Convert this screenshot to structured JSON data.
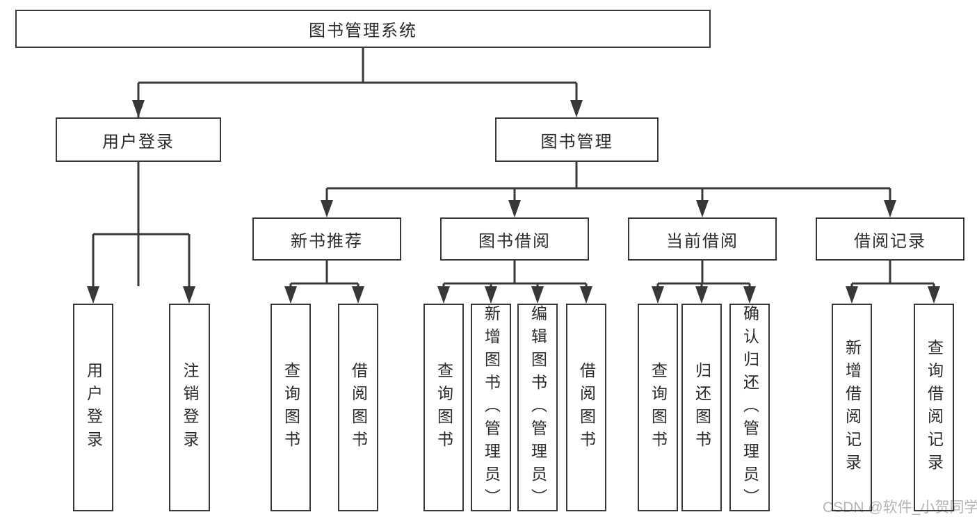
{
  "tree": {
    "label": "图书管理系统",
    "children": [
      {
        "label": "用户登录",
        "children": [
          {
            "label": "用户登录"
          },
          {
            "label": "注销登录"
          }
        ]
      },
      {
        "label": "图书管理",
        "children": [
          {
            "label": "新书推荐",
            "children": [
              {
                "label": "查询图书"
              },
              {
                "label": "借阅图书"
              }
            ]
          },
          {
            "label": "图书借阅",
            "children": [
              {
                "label": "查询图书"
              },
              {
                "label": "新增图书（管理员）"
              },
              {
                "label": "编辑图书（管理员）"
              },
              {
                "label": "借阅图书"
              }
            ]
          },
          {
            "label": "当前借阅",
            "children": [
              {
                "label": "查询图书"
              },
              {
                "label": "归还图书"
              },
              {
                "label": "确认归还（管理员）"
              }
            ]
          },
          {
            "label": "借阅记录",
            "children": [
              {
                "label": "新增借阅记录"
              },
              {
                "label": "查询借阅记录"
              }
            ]
          }
        ]
      }
    ]
  },
  "watermark": {
    "text": "CSDN @软件_小贺同学"
  },
  "colors": {
    "line": "#383838",
    "text": "#2b2b2b",
    "watermark": "#b3b3b3",
    "background": "#ffffff"
  }
}
